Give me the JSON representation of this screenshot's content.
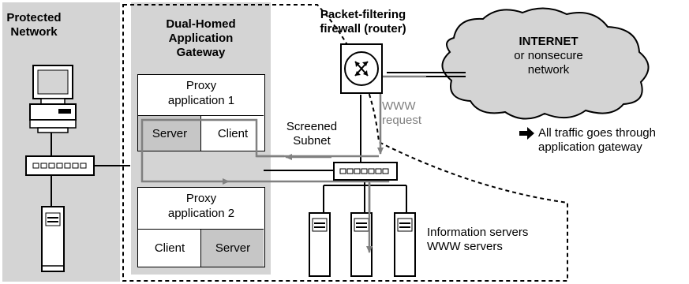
{
  "protected_network": {
    "title_line1": "Protected",
    "title_line2": "Network"
  },
  "gateway": {
    "title_line1": "Dual-Homed",
    "title_line2": "Application",
    "title_line3": "Gateway",
    "proxy1": {
      "line1": "Proxy",
      "line2": "application 1",
      "left": "Server",
      "right": "Client"
    },
    "proxy2": {
      "line1": "Proxy",
      "line2": "application 2",
      "left": "Client",
      "right": "Server"
    }
  },
  "firewall": {
    "line1": "Packet-filtering",
    "line2": "firewall (router)"
  },
  "internet": {
    "line1": "INTERNET",
    "line2": "or nonsecure",
    "line3": "network"
  },
  "www_request": {
    "line1": "WWW",
    "line2": "request"
  },
  "screened_subnet": {
    "line1": "Screened",
    "line2": "Subnet"
  },
  "note": {
    "line1": "All traffic goes through",
    "line2": "application gateway"
  },
  "servers": {
    "line1": "Information servers",
    "line2": "WWW servers"
  },
  "colors": {
    "shade": "#d4d4d4",
    "path": "#808080",
    "line": "#000000"
  }
}
